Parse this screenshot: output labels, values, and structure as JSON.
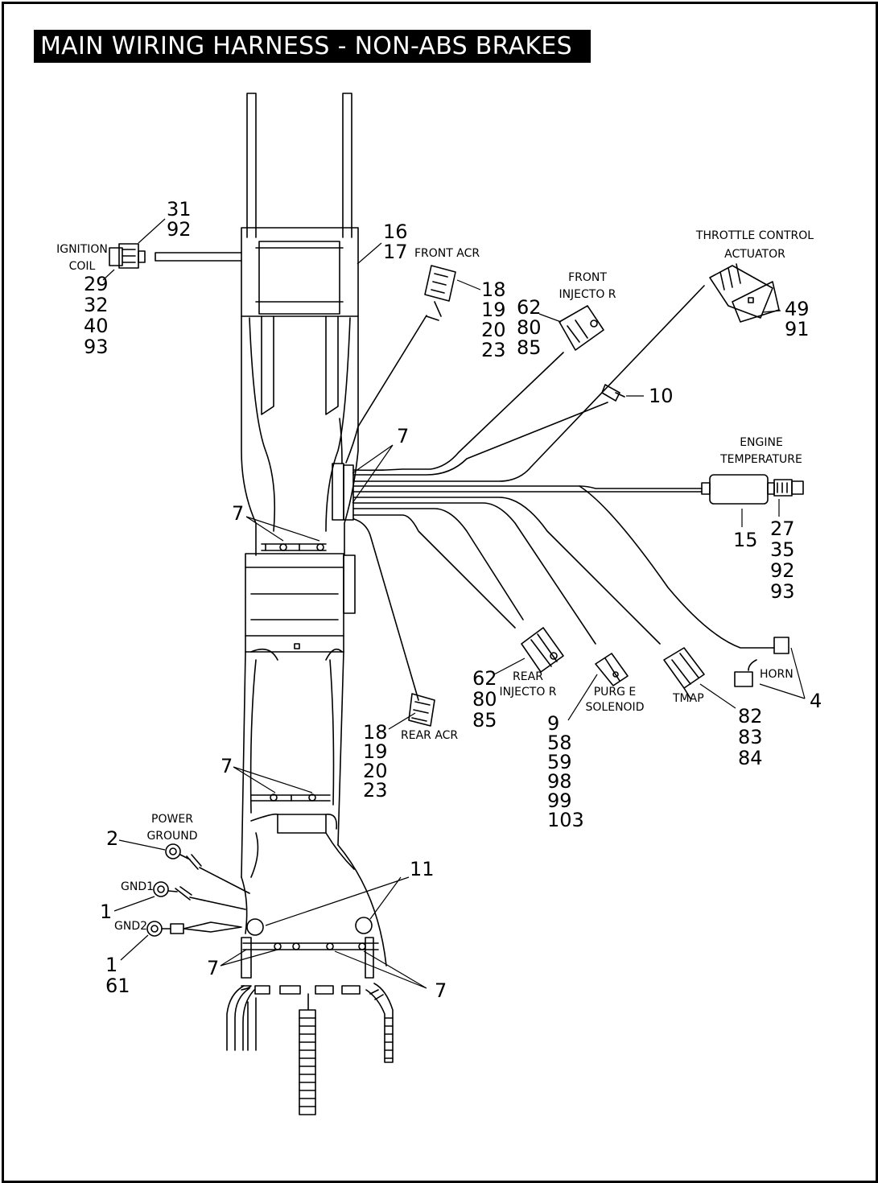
{
  "title": "MAIN WIRING HARNESS - NON-ABS BRAKES",
  "components": {
    "ignition_coil": "IGNITION COIL",
    "front_acr": "FRONT ACR",
    "front_injector": "FRONT INJECTO R",
    "throttle_control_actuator": "THROTTLE CONTROL ACTUATOR",
    "engine_temperature": "ENGINE TEMPERATURE",
    "horn": "HORN",
    "tmap": "TMAP",
    "purge_solenoid": "PURG E SOLENOID",
    "rear_injector": "REAR INJECTO R",
    "rear_acr": "REAR ACR",
    "power_ground": "POWER GROUND",
    "gnd1": "GND1",
    "gnd2": "GND2"
  },
  "callouts": {
    "c_31_92": [
      "31",
      "92"
    ],
    "c_29_93": [
      "29",
      "32",
      "40",
      "93"
    ],
    "c_16_17": [
      "16",
      "17"
    ],
    "c_front_acr": [
      "18",
      "19",
      "20",
      "23"
    ],
    "c_front_inj": [
      "62",
      "80",
      "85"
    ],
    "c_tca": [
      "49",
      "91"
    ],
    "c_10": [
      "10"
    ],
    "c_7_top": [
      "7"
    ],
    "c_7_left": [
      "7"
    ],
    "c_15": [
      "15"
    ],
    "c_eng_temp": [
      "27",
      "35",
      "92",
      "93"
    ],
    "c_4": [
      "4"
    ],
    "c_tmap": [
      "82",
      "83",
      "84"
    ],
    "c_purge": [
      "9",
      "58",
      "59",
      "98",
      "99",
      "103"
    ],
    "c_rear_inj": [
      "62",
      "80",
      "85"
    ],
    "c_rear_acr": [
      "18",
      "19",
      "20",
      "23"
    ],
    "c_7_mid": [
      "7"
    ],
    "c_2": [
      "2"
    ],
    "c_1": [
      "1"
    ],
    "c_1_61": [
      "1",
      "61"
    ],
    "c_11": [
      "11"
    ],
    "c_7_bl": [
      "7"
    ],
    "c_7_br": [
      "7"
    ]
  }
}
